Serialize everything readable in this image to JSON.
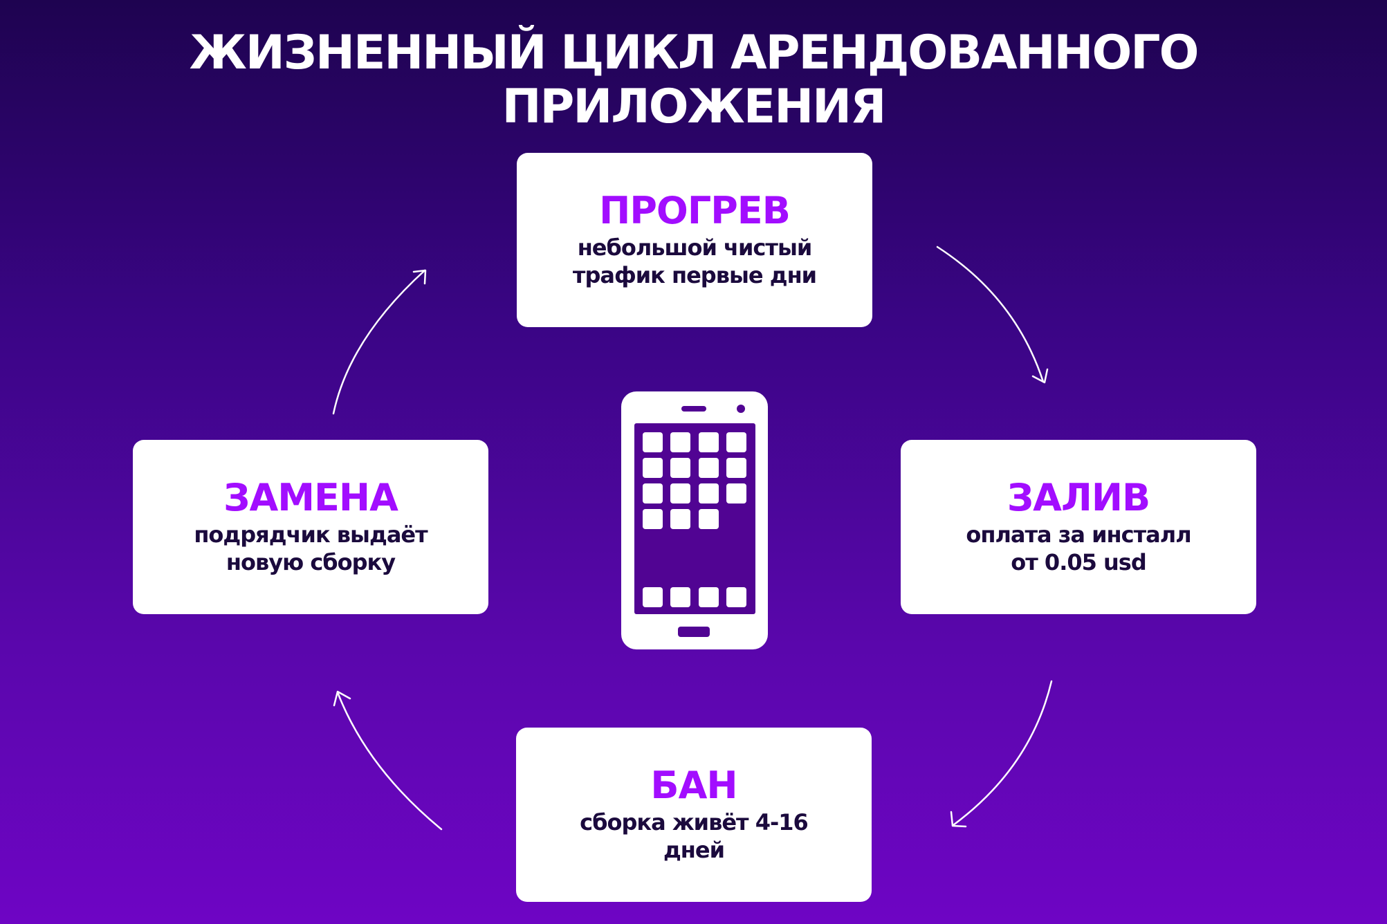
{
  "title": {
    "line1": "ЖИЗНЕННЫЙ ЦИКЛ АРЕНДОВАННОГО",
    "line2": "ПРИЛОЖЕНИЯ"
  },
  "colors": {
    "accent": "#a20dff",
    "text_dark": "#1b0a3d",
    "card_bg": "#ffffff",
    "bg_top": "#1e0350",
    "bg_bottom": "#6e05c4"
  },
  "stages": {
    "warmup": {
      "title": "ПРОГРЕВ",
      "desc1": "небольшой чистый",
      "desc2": "трафик первые дни"
    },
    "traffic": {
      "title": "ЗАЛИВ",
      "desc1": "оплата за инсталл",
      "desc2": "от 0.05 usd"
    },
    "ban": {
      "title": "БАН",
      "desc1": "сборка живёт 4-16",
      "desc2": "дней"
    },
    "replace": {
      "title": "ЗАМЕНА",
      "desc1": "подрядчик выдаёт",
      "desc2": "новую сборку"
    }
  },
  "icons": {
    "center": "smartphone-icon",
    "arrows": "cycle-arrow-icon"
  }
}
